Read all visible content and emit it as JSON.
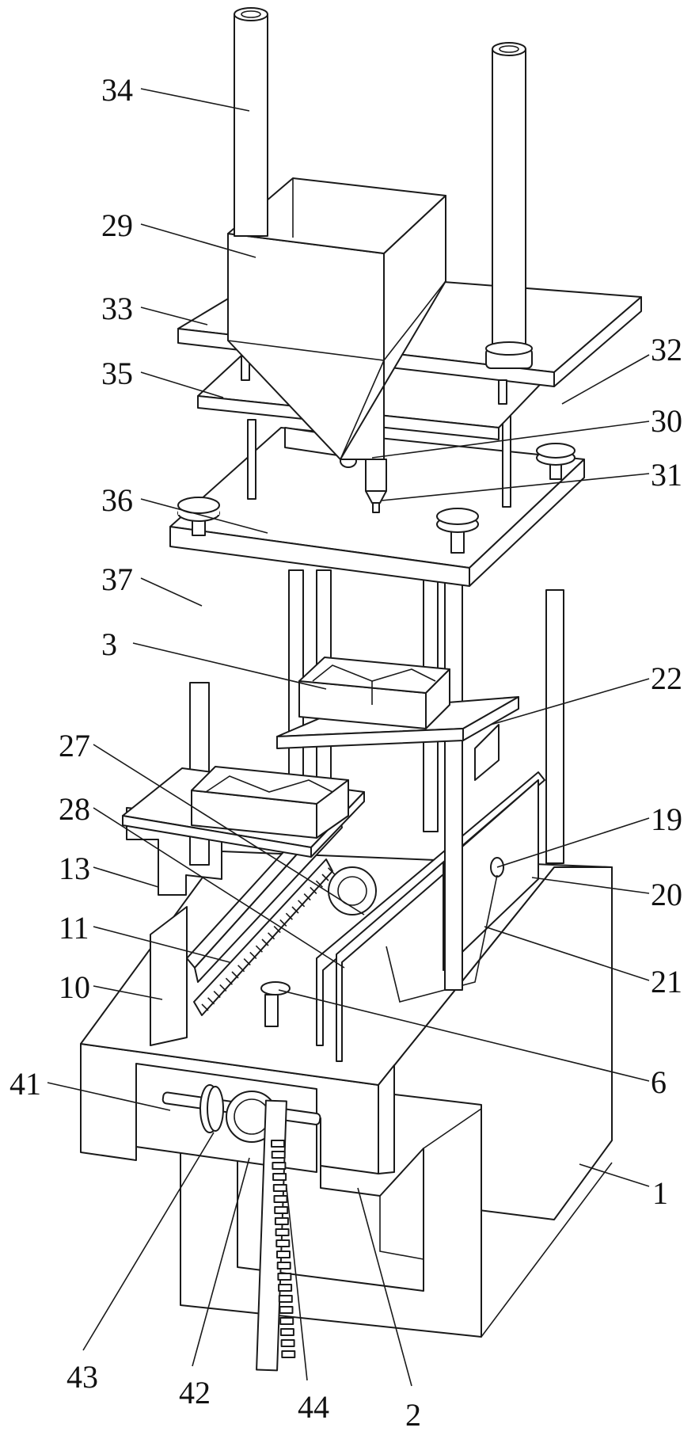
{
  "figure": {
    "type": "patent-perspective-drawing",
    "line_color": "#1a1a1a",
    "background": "#ffffff"
  },
  "labels": [
    {
      "id": "34"
    },
    {
      "id": "29"
    },
    {
      "id": "33"
    },
    {
      "id": "35"
    },
    {
      "id": "32"
    },
    {
      "id": "30"
    },
    {
      "id": "31"
    },
    {
      "id": "36"
    },
    {
      "id": "37"
    },
    {
      "id": "3"
    },
    {
      "id": "22"
    },
    {
      "id": "27"
    },
    {
      "id": "28"
    },
    {
      "id": "13"
    },
    {
      "id": "11"
    },
    {
      "id": "10"
    },
    {
      "id": "19"
    },
    {
      "id": "20"
    },
    {
      "id": "21"
    },
    {
      "id": "6"
    },
    {
      "id": "41"
    },
    {
      "id": "43"
    },
    {
      "id": "42"
    },
    {
      "id": "44"
    },
    {
      "id": "2"
    },
    {
      "id": "1"
    }
  ]
}
